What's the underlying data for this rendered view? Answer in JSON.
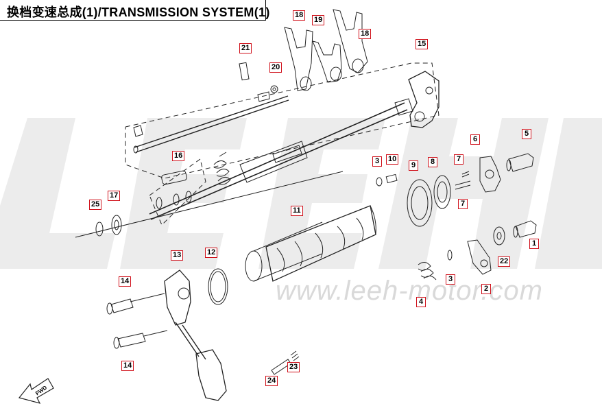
{
  "title": "换档变速总成(1)/TRANSMISSION SYSTEM(1)",
  "watermark_logo_text": "LEEHB",
  "watermark_url": "www.leeh-motor.com",
  "fwd_label": "FWD",
  "callouts": [
    "18",
    "19",
    "18",
    "21",
    "20",
    "15",
    "16",
    "3",
    "10",
    "9",
    "8",
    "7",
    "6",
    "5",
    "7",
    "25",
    "17",
    "11",
    "13",
    "12",
    "14",
    "14",
    "1",
    "22",
    "3",
    "4",
    "2",
    "24",
    "23"
  ],
  "colors": {
    "callout_border": "#d0101a",
    "line": "#222222",
    "watermark": "#e8e8e8"
  }
}
